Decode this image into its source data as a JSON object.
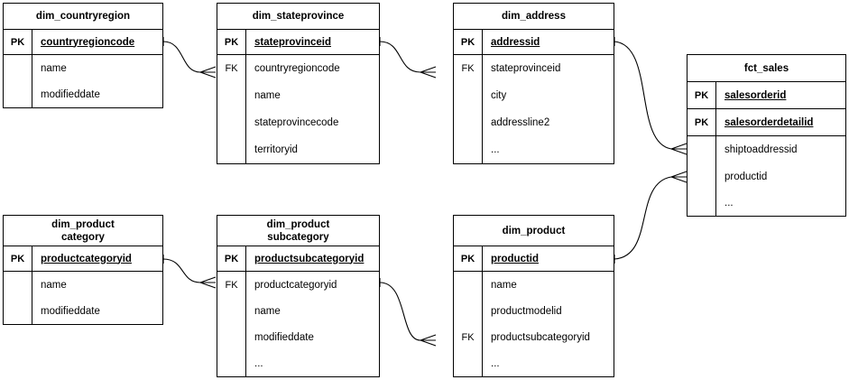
{
  "diagram": {
    "title": "star schema entity relationship diagram",
    "notation": "crow's-foot",
    "line_color": "#000000",
    "background_color": "#ffffff",
    "text_color": "#000000"
  },
  "entities": {
    "countryregion": {
      "name": "dim_countryregion",
      "pk_label": "PK",
      "pk_field": "countryregioncode",
      "attributes": [
        "name",
        "modifieddate"
      ]
    },
    "stateprovince": {
      "name": "dim_stateprovince",
      "pk_label": "PK",
      "pk_field": "stateprovinceid",
      "fk_label": "FK",
      "attributes": [
        "countryregioncode",
        "name",
        "stateprovincecode",
        "territoryid"
      ]
    },
    "address": {
      "name": "dim_address",
      "pk_label": "PK",
      "pk_field": "addressid",
      "fk_label": "FK",
      "attributes": [
        "stateprovinceid",
        "city",
        "addressline2",
        "..."
      ]
    },
    "fct_sales": {
      "name": "fct_sales",
      "pk_label_1": "PK",
      "pk_field_1": "salesorderid",
      "pk_label_2": "PK",
      "pk_field_2": "salesorderdetailid",
      "attributes": [
        "shiptoaddressid",
        "productid",
        "..."
      ]
    },
    "productcategory": {
      "name": "dim_product\ncategory",
      "pk_label": "PK",
      "pk_field": "productcategoryid",
      "attributes": [
        "name",
        "modifieddate"
      ]
    },
    "productsubcategory": {
      "name": "dim_product\nsubcategory",
      "pk_label": "PK",
      "pk_field": "productsubcategoryid",
      "fk_label": "FK",
      "attributes": [
        "productcategoryid",
        "name",
        "modifieddate",
        "..."
      ]
    },
    "product": {
      "name": "dim_product",
      "pk_label": "PK",
      "pk_field": "productid",
      "fk_label": "FK",
      "attributes": [
        "name",
        "productmodelid",
        "productsubcategoryid",
        "..."
      ]
    }
  },
  "relationships": [
    {
      "id": "rel-countryregion-stateprovince",
      "from": "dim_countryregion.countryregioncode",
      "to": "dim_stateprovince.countryregioncode",
      "from_cardinality": "one",
      "to_cardinality": "many"
    },
    {
      "id": "rel-stateprovince-address",
      "from": "dim_stateprovince.stateprovinceid",
      "to": "dim_address.stateprovinceid",
      "from_cardinality": "one",
      "to_cardinality": "many"
    },
    {
      "id": "rel-address-fctsales",
      "from": "dim_address.addressid",
      "to": "fct_sales.shiptoaddressid",
      "from_cardinality": "one",
      "to_cardinality": "many"
    },
    {
      "id": "rel-product-fctsales",
      "from": "dim_product.productid",
      "to": "fct_sales.productid",
      "from_cardinality": "one",
      "to_cardinality": "many"
    },
    {
      "id": "rel-productcategory-productsubcategory",
      "from": "dim_product category.productcategoryid",
      "to": "dim_product subcategory.productcategoryid",
      "from_cardinality": "one",
      "to_cardinality": "many"
    },
    {
      "id": "rel-productsubcategory-product",
      "from": "dim_product subcategory.productsubcategoryid",
      "to": "dim_product.productsubcategoryid",
      "from_cardinality": "one",
      "to_cardinality": "many"
    }
  ]
}
